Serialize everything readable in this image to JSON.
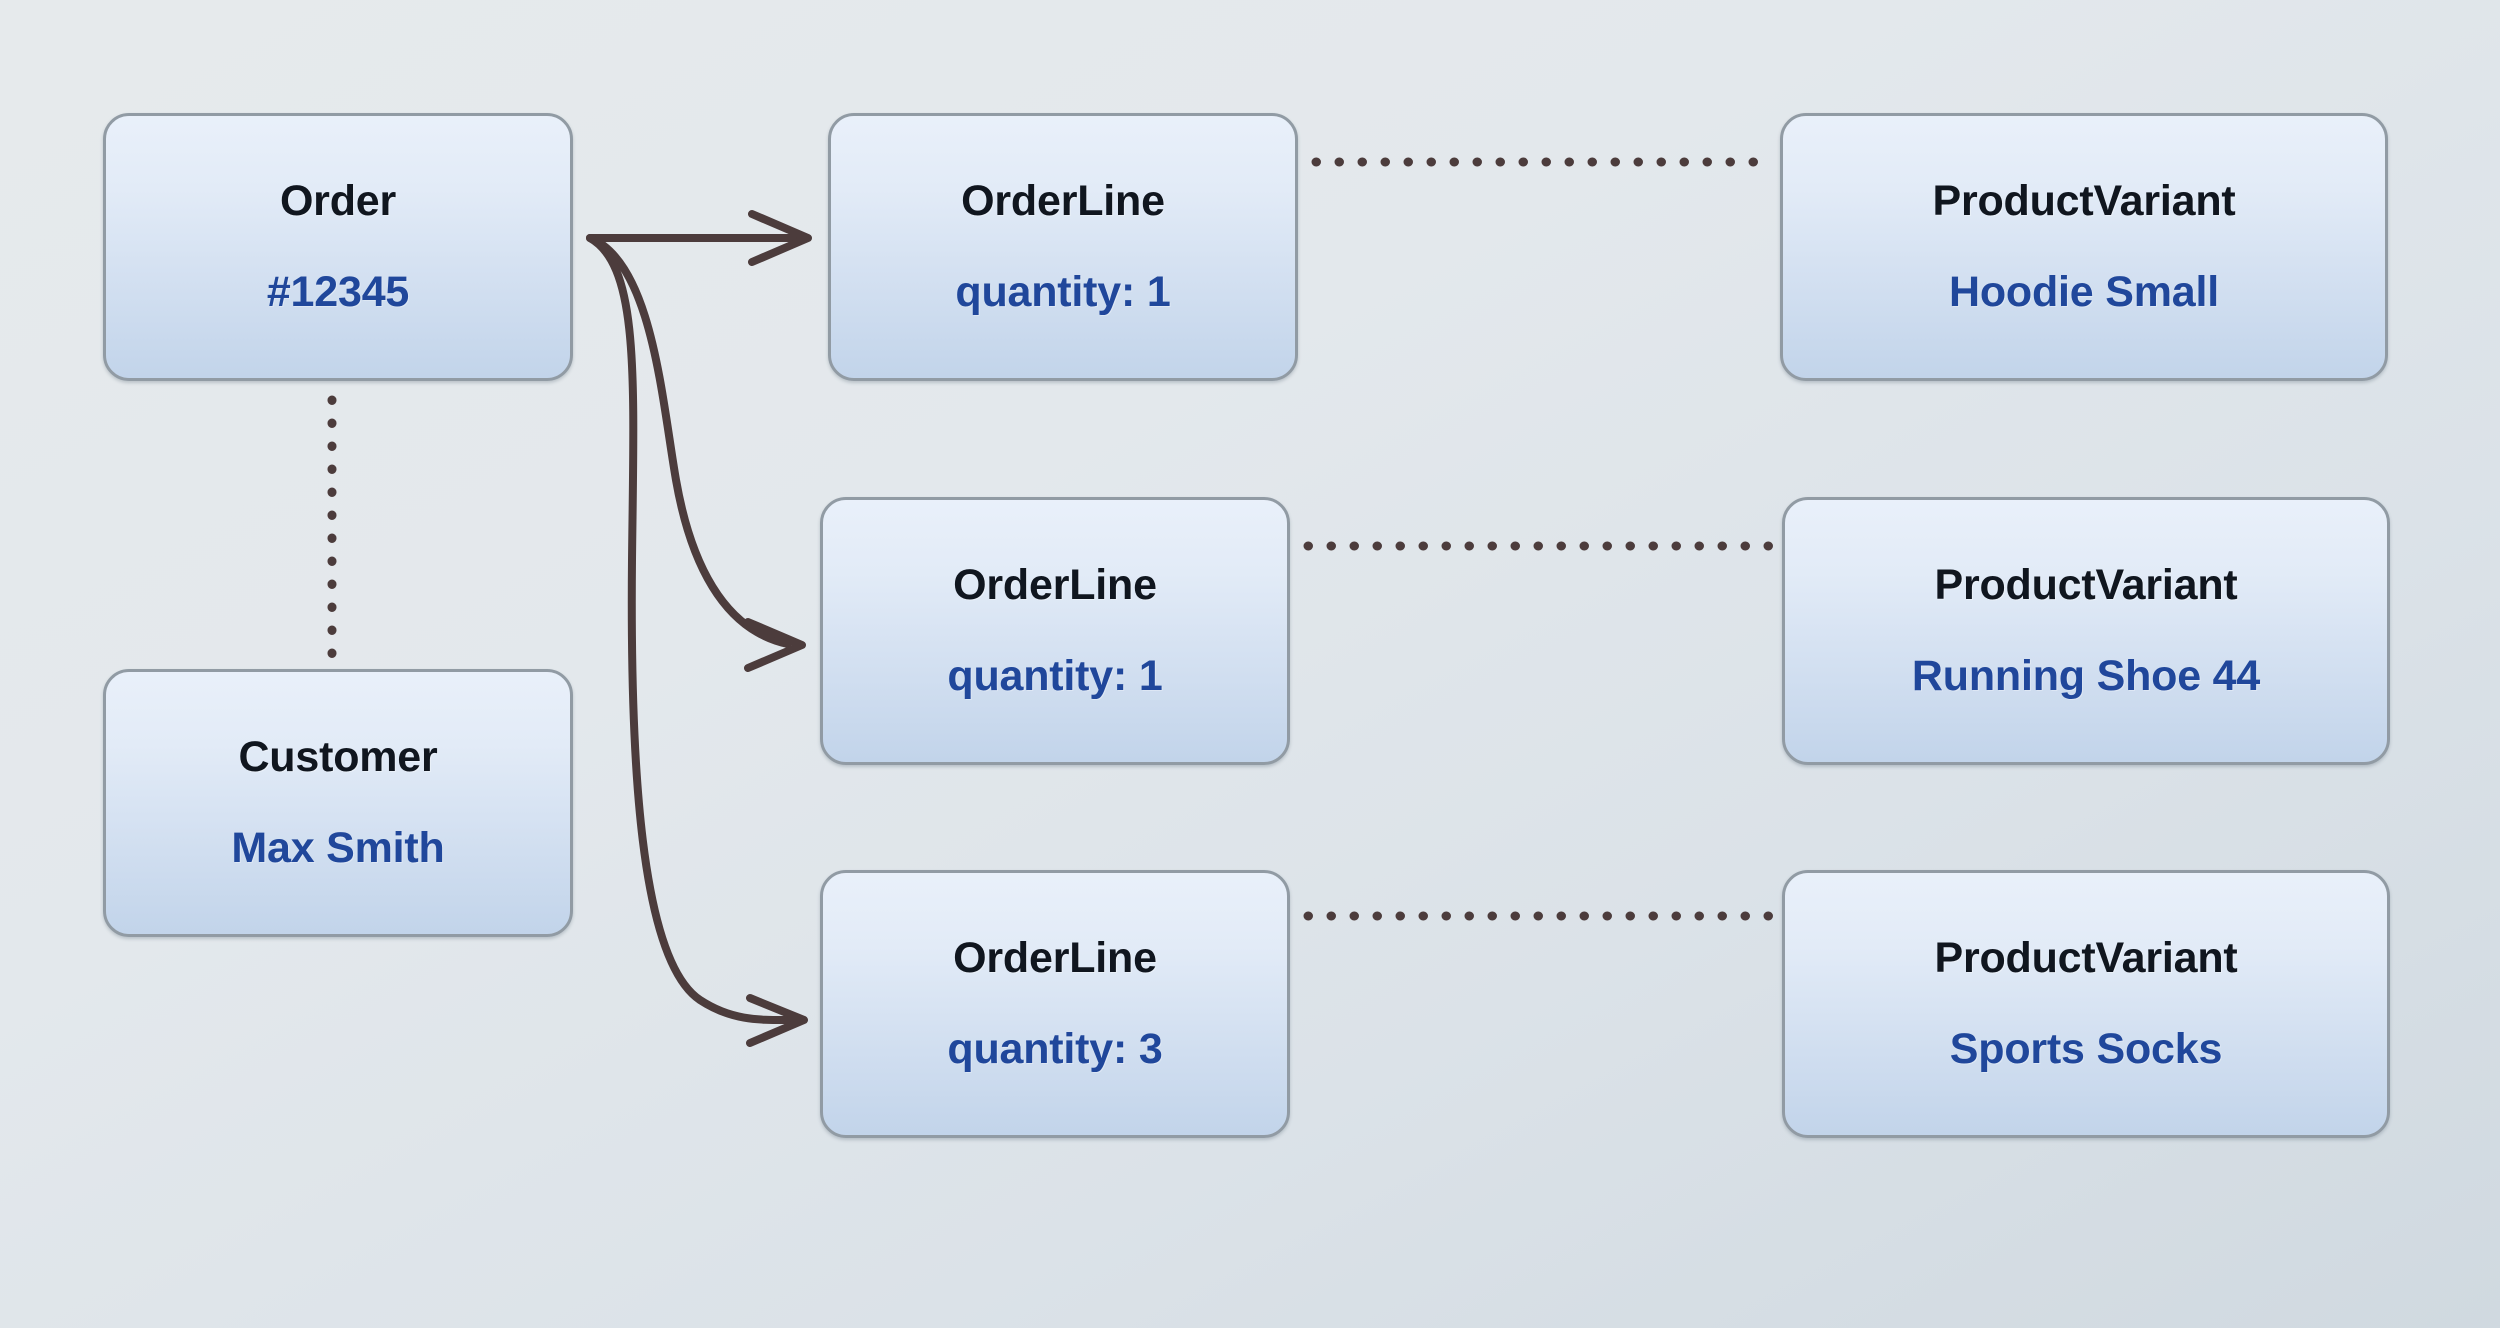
{
  "diagram": {
    "type": "entity-relationship",
    "background_color": "#e4e9ed",
    "node_fill_top": "#e9f0fa",
    "node_fill_bottom": "#c2d4ea",
    "node_border_color": "#919ba4",
    "title_color": "#10161f",
    "value_color": "#20479b",
    "connector_color": "#4c3c3c"
  },
  "nodes": {
    "order": {
      "title": "Order",
      "value": "#12345"
    },
    "customer": {
      "title": "Customer",
      "value": "Max Smith"
    },
    "order_lines": [
      {
        "title": "OrderLine",
        "value": "quantity: 1"
      },
      {
        "title": "OrderLine",
        "value": "quantity: 1"
      },
      {
        "title": "OrderLine",
        "value": "quantity: 3"
      }
    ],
    "product_variants": [
      {
        "title": "ProductVariant",
        "value": "Hoodie Small"
      },
      {
        "title": "ProductVariant",
        "value": "Running Shoe 44"
      },
      {
        "title": "ProductVariant",
        "value": "Sports Socks"
      }
    ]
  },
  "connectors": {
    "order_to_orderline_1": "arrow",
    "order_to_orderline_2": "arrow",
    "order_to_orderline_3": "arrow",
    "order_to_customer": "dotted",
    "orderline_1_to_variant_1": "dotted",
    "orderline_2_to_variant_2": "dotted",
    "orderline_3_to_variant_3": "dotted"
  }
}
